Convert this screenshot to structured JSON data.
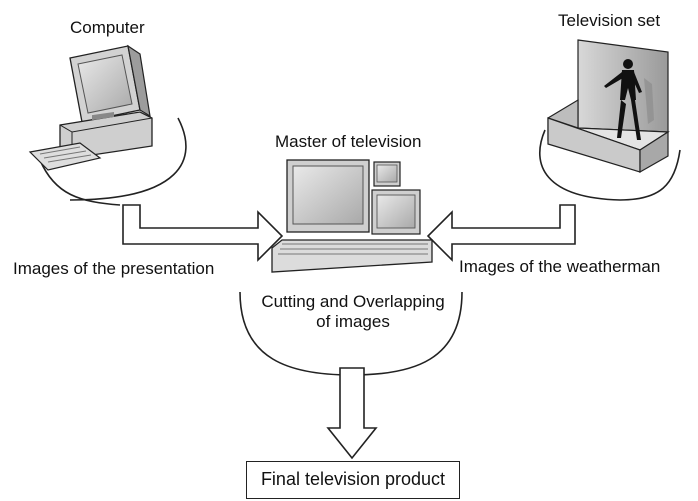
{
  "labels": {
    "computer": "Computer",
    "tv_set": "Television set",
    "master": "Master of television",
    "presentation": "Images of the presentation",
    "weatherman": "Images of the weatherman",
    "cutting_line1": "Cutting and Overlapping",
    "cutting_line2": "of images",
    "final": "Final television product"
  },
  "icons": [
    "computer-icon",
    "television-set-icon",
    "master-console-icon",
    "weatherman-figure-icon"
  ]
}
